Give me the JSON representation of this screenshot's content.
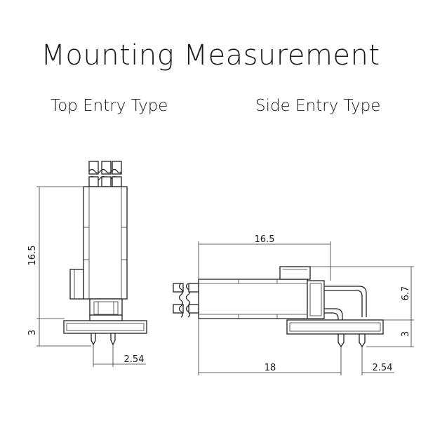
{
  "title": "Mounting Measurement",
  "top_entry": {
    "label": "Top Entry Type",
    "dims": {
      "height": "16.5",
      "base": "3",
      "pitch": "2.54"
    }
  },
  "side_entry": {
    "label": "Side Entry Type",
    "dims": {
      "length": "16.5",
      "height": "6.7",
      "base": "3",
      "total": "18",
      "pitch": "2.54"
    }
  }
}
